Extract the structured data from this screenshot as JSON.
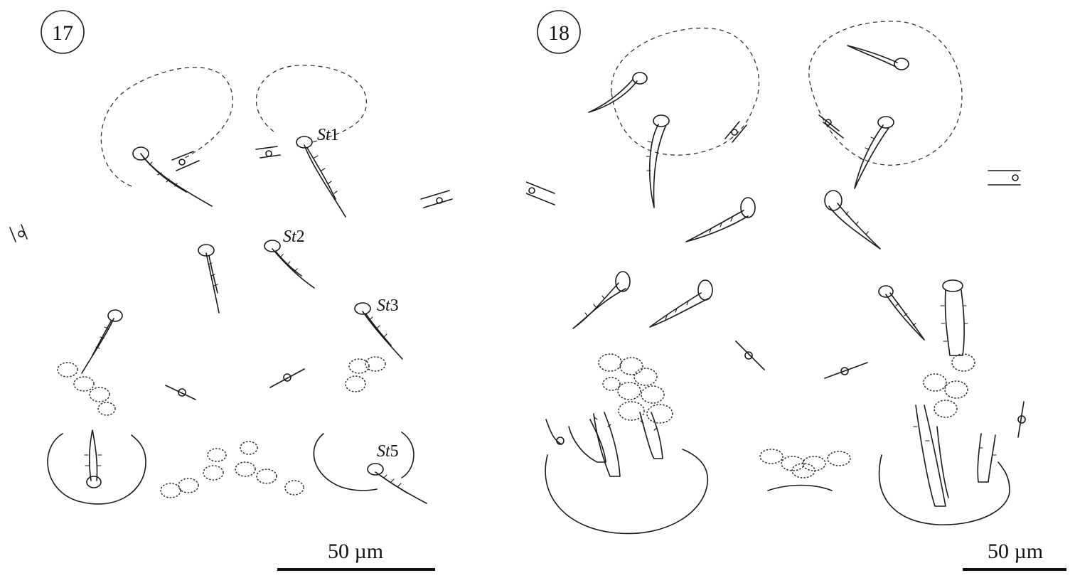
{
  "figures": [
    {
      "number": "17",
      "labels": [
        {
          "id": "st1",
          "italic": "St",
          "index": "1"
        },
        {
          "id": "st2",
          "italic": "St",
          "index": "2"
        },
        {
          "id": "st3",
          "italic": "St",
          "index": "3"
        },
        {
          "id": "st5",
          "italic": "St",
          "index": "5"
        }
      ],
      "scale_bar_label": "50 µm"
    },
    {
      "number": "18",
      "scale_bar_label": "50 µm"
    }
  ]
}
